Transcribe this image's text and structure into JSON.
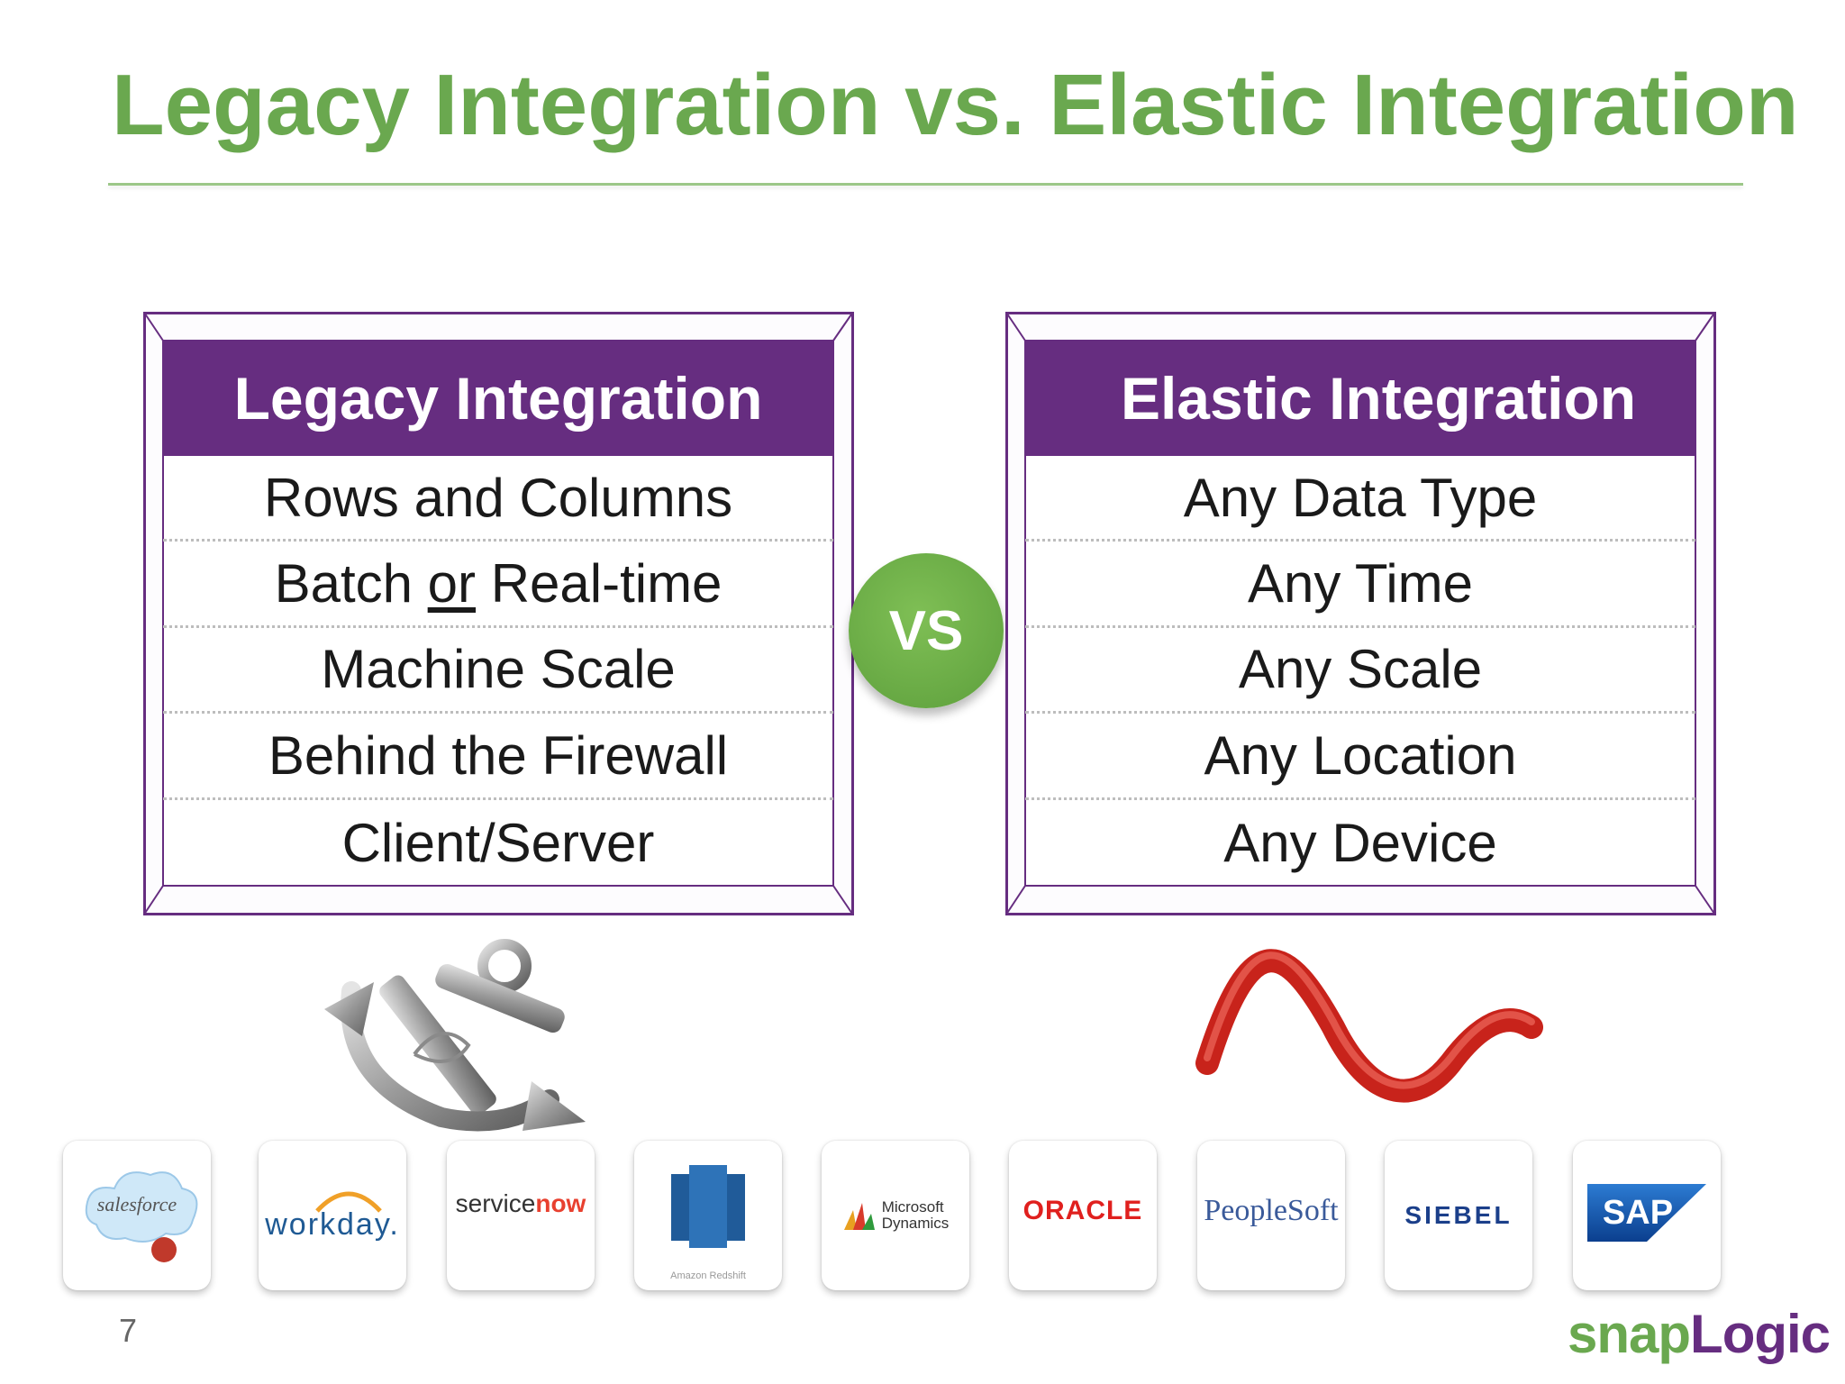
{
  "slide": {
    "title": "Legacy Integration vs. Elastic Integration",
    "page_number": "7",
    "vs_label": "VS"
  },
  "legacy": {
    "header": "Legacy Integration",
    "rows": [
      "Rows and Columns",
      "Machine Scale",
      "Behind the Firewall",
      "Client/Server"
    ],
    "batch_row": {
      "before": "Batch ",
      "emph": "or",
      "after": " Real-time"
    }
  },
  "elastic": {
    "header": "Elastic Integration",
    "rows": [
      "Any Data Type",
      "Any Time",
      "Any Scale",
      "Any Location",
      "Any Device"
    ]
  },
  "logos": {
    "salesforce": "salesforce",
    "workday": "workday.",
    "servicenow_a": "service",
    "servicenow_b": "now",
    "redshift": "Amazon Redshift",
    "dynamics_1": "Microsoft",
    "dynamics_2": "Dynamics",
    "oracle": "ORACLE",
    "peoplesoft": "PeopleSoft",
    "siebel": "SIEBEL",
    "sap": "SAP"
  },
  "brand": {
    "part1": "snap",
    "part2": "Logic"
  },
  "colors": {
    "title_green": "#6aa84f",
    "header_purple": "#662d80",
    "vs_green": "#6aaf45"
  }
}
